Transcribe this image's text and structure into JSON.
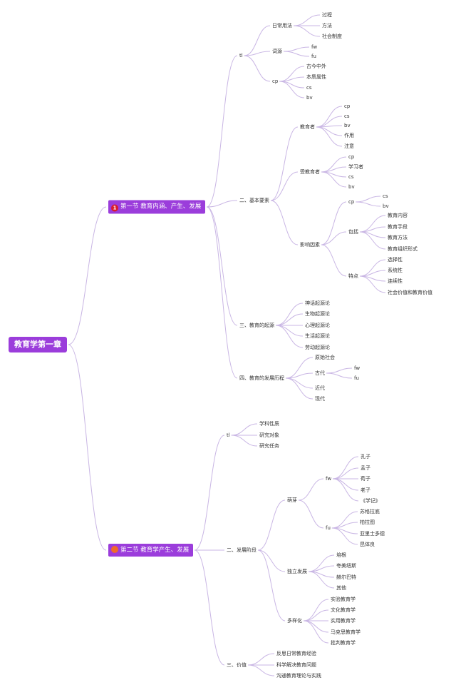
{
  "root": "教育学第一章",
  "sections": [
    {
      "badge_color": "#d91c2a",
      "badge_text": "1",
      "label": "第一节 教育内涵、产生、发展",
      "children": [
        {
          "label": "tl",
          "children": [
            {
              "label": "日常用法",
              "children": [
                {
                  "label": "过程"
                },
                {
                  "label": "方法"
                },
                {
                  "label": "社会制度"
                }
              ]
            },
            {
              "label": "词源",
              "children": [
                {
                  "label": "fw"
                },
                {
                  "label": "fu"
                }
              ]
            },
            {
              "label": "cp",
              "children": [
                {
                  "label": "古今中外"
                },
                {
                  "label": "本质属性"
                },
                {
                  "label": "cs"
                },
                {
                  "label": "bv"
                }
              ]
            }
          ]
        },
        {
          "label": "二、基本要素",
          "children": [
            {
              "label": "教育者",
              "children": [
                {
                  "label": "cp"
                },
                {
                  "label": "cs"
                },
                {
                  "label": "bv"
                },
                {
                  "label": "作用"
                },
                {
                  "label": "注意"
                }
              ]
            },
            {
              "label": "受教育者",
              "children": [
                {
                  "label": "cp"
                },
                {
                  "label": "学习者"
                },
                {
                  "label": "cs"
                },
                {
                  "label": "bv"
                }
              ]
            },
            {
              "label": "影响因素",
              "children": [
                {
                  "label": "cp",
                  "children": [
                    {
                      "label": "cs"
                    },
                    {
                      "label": "bv"
                    }
                  ]
                },
                {
                  "label": "包括",
                  "children": [
                    {
                      "label": "教育内容"
                    },
                    {
                      "label": "教育手段"
                    },
                    {
                      "label": "教育方法"
                    },
                    {
                      "label": "教育组织形式"
                    }
                  ]
                },
                {
                  "label": "特点",
                  "children": [
                    {
                      "label": "选择性"
                    },
                    {
                      "label": "系统性"
                    },
                    {
                      "label": "连续性"
                    },
                    {
                      "label": "社会价值和教育价值"
                    }
                  ]
                }
              ]
            }
          ]
        },
        {
          "label": "三、教育的起源",
          "children": [
            {
              "label": "神话起源论"
            },
            {
              "label": "生物起源论"
            },
            {
              "label": "心理起源论"
            },
            {
              "label": "生活起源论"
            },
            {
              "label": "劳动起源论"
            }
          ]
        },
        {
          "label": "四、教育的发展历程",
          "children": [
            {
              "label": "原始社会"
            },
            {
              "label": "古代",
              "children": [
                {
                  "label": "fw"
                },
                {
                  "label": "fu"
                }
              ]
            },
            {
              "label": "近代"
            },
            {
              "label": "现代"
            }
          ]
        }
      ]
    },
    {
      "badge_color": "#f06a2a",
      "badge_text": "",
      "label": "第二节 教育学产生、发展",
      "children": [
        {
          "label": "tl",
          "children": [
            {
              "label": "学科性质"
            },
            {
              "label": "研究对象"
            },
            {
              "label": "研究任务"
            }
          ]
        },
        {
          "label": "二、发展阶段",
          "children": [
            {
              "label": "萌芽",
              "children": [
                {
                  "label": "fw",
                  "children": [
                    {
                      "label": "孔子"
                    },
                    {
                      "label": "孟子"
                    },
                    {
                      "label": "荀子"
                    },
                    {
                      "label": "老子"
                    },
                    {
                      "label": "《学记》"
                    }
                  ]
                },
                {
                  "label": "fu",
                  "children": [
                    {
                      "label": "苏格拉底"
                    },
                    {
                      "label": "柏拉图"
                    },
                    {
                      "label": "亚里士多德"
                    },
                    {
                      "label": "昆体良"
                    }
                  ]
                }
              ]
            },
            {
              "label": "独立发展",
              "children": [
                {
                  "label": "培根"
                },
                {
                  "label": "夸美纽斯"
                },
                {
                  "label": "赫尔巴特"
                },
                {
                  "label": "其他"
                }
              ]
            },
            {
              "label": "多样化",
              "children": [
                {
                  "label": "实验教育学"
                },
                {
                  "label": "文化教育学"
                },
                {
                  "label": "实用教育学"
                },
                {
                  "label": "马克思教育学"
                },
                {
                  "label": "批判教育学"
                }
              ]
            }
          ]
        },
        {
          "label": "三、价值",
          "children": [
            {
              "label": "反思日常教育经验"
            },
            {
              "label": "科学解决教育问题"
            },
            {
              "label": "沟通教育理论与实践"
            }
          ]
        }
      ]
    }
  ],
  "colors": {
    "node_fill": "#9b3ddb",
    "line": "#c9b6e4"
  }
}
